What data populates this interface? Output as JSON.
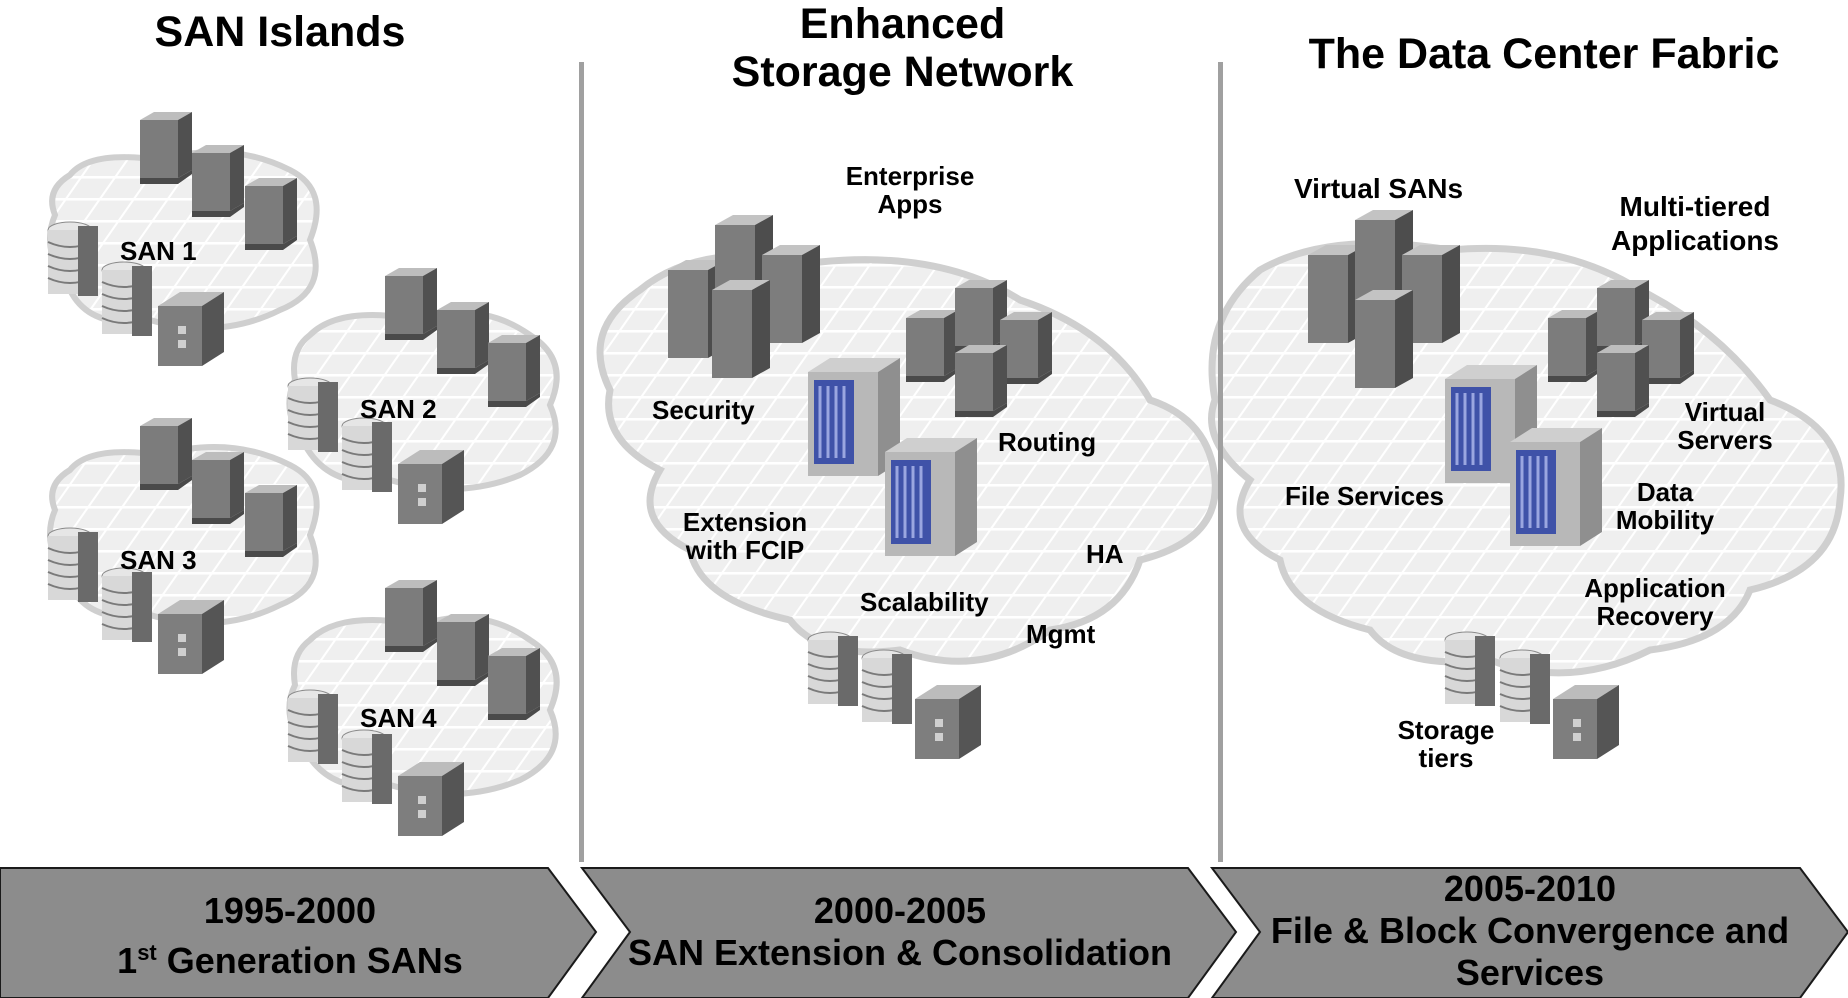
{
  "columns": [
    {
      "title": "SAN Islands",
      "sans": [
        "SAN 1",
        "SAN 2",
        "SAN 3",
        "SAN 4"
      ],
      "era": {
        "years": "1995-2000",
        "gen_prefix": "1",
        "gen_sup": "st",
        "gen_rest": " Generation SANs"
      }
    },
    {
      "title_line1": "Enhanced",
      "title_line2": "Storage Network",
      "apps_line1": "Enterprise",
      "apps_line2": "Apps",
      "features": {
        "security": "Security",
        "routing": "Routing",
        "ext1": "Extension",
        "ext2": "with FCIP",
        "ha": "HA",
        "scalability": "Scalability",
        "mgmt": "Mgmt"
      },
      "era": {
        "years": "2000-2005",
        "desc": "SAN Extension & Consolidation"
      }
    },
    {
      "title": "The Data Center Fabric",
      "virtual_sans": "Virtual SANs",
      "multi1": "Multi-tiered",
      "multi2": "Applications",
      "features": {
        "vs1": "Virtual",
        "vs2": "Servers",
        "file": "File Services",
        "dm1": "Data",
        "dm2": "Mobility",
        "ar1": "Application",
        "ar2": "Recovery",
        "st1": "Storage",
        "st2": "tiers"
      },
      "era": {
        "years": "2005-2010",
        "desc1": "File & Block Convergence and",
        "desc2": "Services"
      }
    }
  ],
  "colors": {
    "arrow": "#8c8c8c",
    "cloud": "#ebebeb",
    "server": "#7a7a7a",
    "switch": "#3f52a8",
    "divider": "#a0a0a0"
  }
}
